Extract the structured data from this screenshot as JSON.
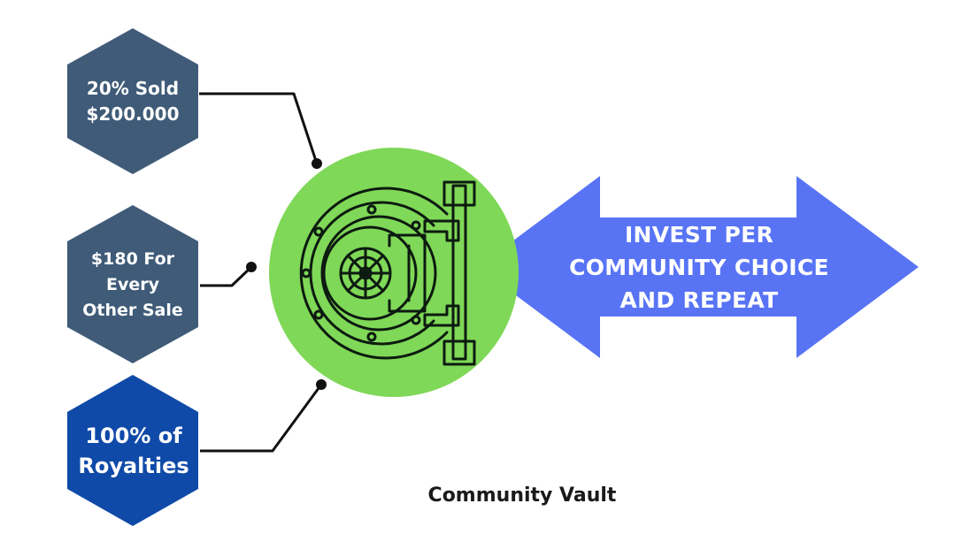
{
  "sources": [
    {
      "line1": "20% Sold",
      "line2": "$200.000",
      "color": "#3f5b78"
    },
    {
      "line1": "$180 For",
      "line2": "Every",
      "line3": "Other Sale",
      "color": "#3f5b78"
    },
    {
      "line1": "100% of",
      "line2": "Royalties",
      "color": "#0f4aa8"
    }
  ],
  "vault": {
    "icon": "vault-door-icon",
    "circle_color": "#7fd857"
  },
  "arrow": {
    "line1": "INVEST PER",
    "line2": "COMMUNITY CHOICE",
    "line3": "AND REPEAT",
    "color": "#5874f5"
  },
  "caption": "Community Vault"
}
